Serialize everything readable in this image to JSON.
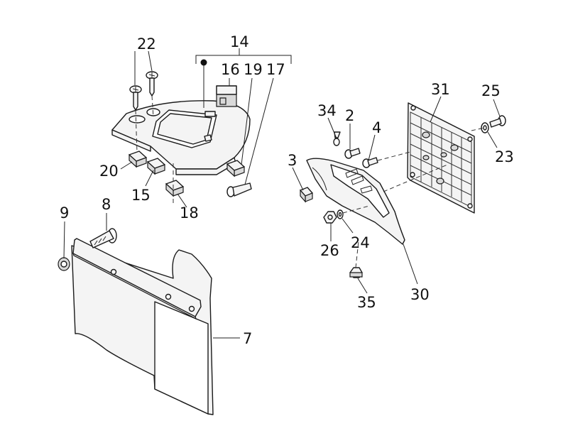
{
  "callouts": {
    "c22": "22",
    "c14": "14",
    "c16": "16",
    "c19": "19",
    "c17": "17",
    "c20": "20",
    "c15": "15",
    "c18": "18",
    "c9": "9",
    "c8": "8",
    "c7": "7",
    "c34": "34",
    "c2": "2",
    "c4": "4",
    "c3": "3",
    "c31": "31",
    "c25": "25",
    "c23": "23",
    "c26": "26",
    "c24": "24",
    "c35": "35",
    "c30": "30"
  }
}
